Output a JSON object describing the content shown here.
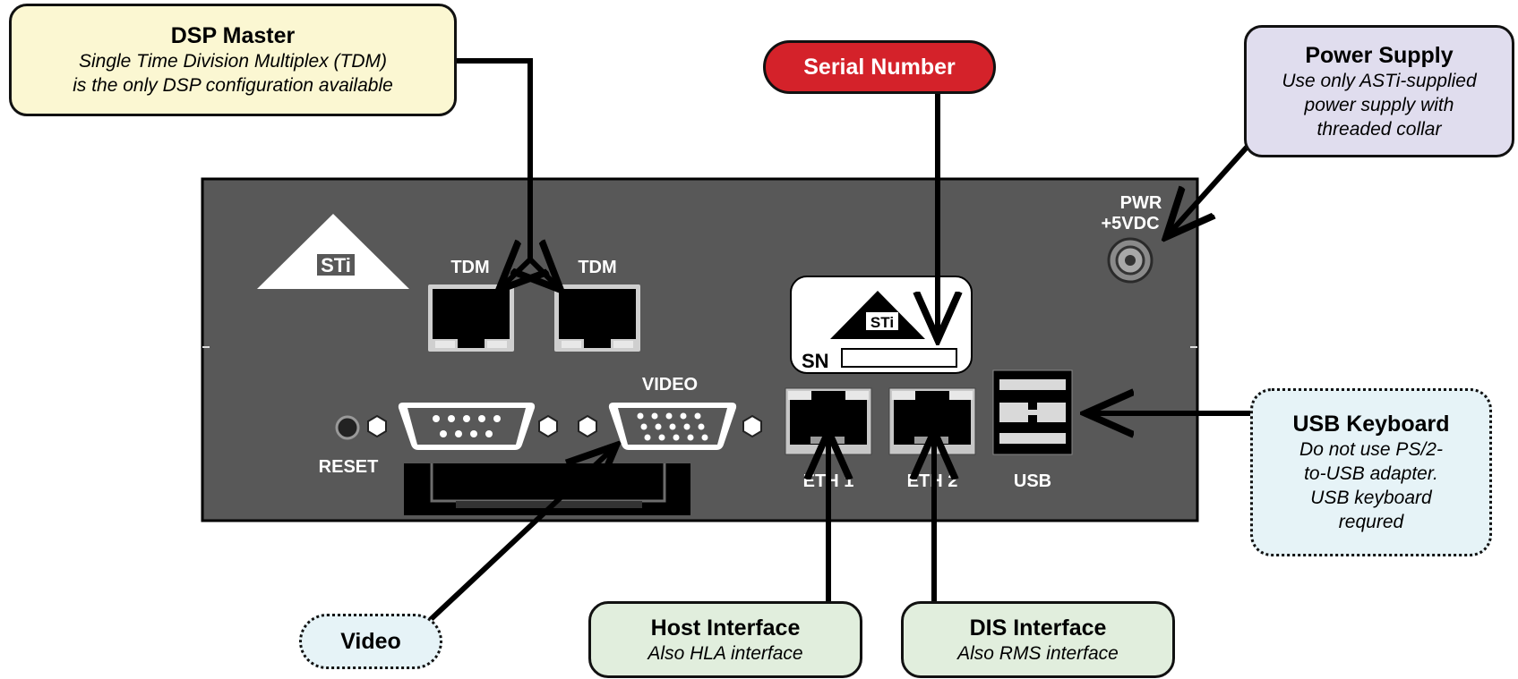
{
  "panel": {
    "labels": {
      "tdm_left": "TDM",
      "tdm_right": "TDM",
      "video": "VIDEO",
      "reset": "RESET",
      "eth1": "ETH 1",
      "eth2": "ETH 2",
      "usb": "USB",
      "pwr": "PWR",
      "pwr_voltage": "+5VDC",
      "sn": "SN"
    },
    "colors": {
      "panel": "#585858",
      "port": "#000000",
      "bracket": "#ffffff"
    }
  },
  "callouts": {
    "dsp_master": {
      "title": "DSP Master",
      "lines": [
        "Single Time Division Multiplex (TDM)",
        "is the only DSP configuration available"
      ],
      "color": "#fbf7d2"
    },
    "serial_number": {
      "title": "Serial Number",
      "color": "#d4222a"
    },
    "power_supply": {
      "title": "Power Supply",
      "lines": [
        "Use only ASTi-supplied",
        "power supply with",
        "threaded collar"
      ],
      "color": "#e0ddee"
    },
    "usb_keyboard": {
      "title": "USB Keyboard",
      "lines": [
        "Do not use PS/2-",
        "to-USB adapter.",
        "USB keyboard",
        "requred"
      ],
      "color": "#e6f3f7"
    },
    "video": {
      "title": "Video",
      "color": "#e6f3f7"
    },
    "host_interface": {
      "title": "Host Interface",
      "lines": [
        "Also HLA interface"
      ],
      "color": "#e1eedd"
    },
    "dis_interface": {
      "title": "DIS Interface",
      "lines": [
        "Also RMS interface"
      ],
      "color": "#e1eedd"
    }
  }
}
